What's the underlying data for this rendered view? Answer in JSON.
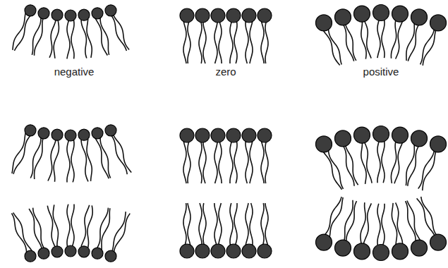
{
  "diagram": {
    "labels": [
      "negative",
      "zero",
      "positive"
    ]
  }
}
